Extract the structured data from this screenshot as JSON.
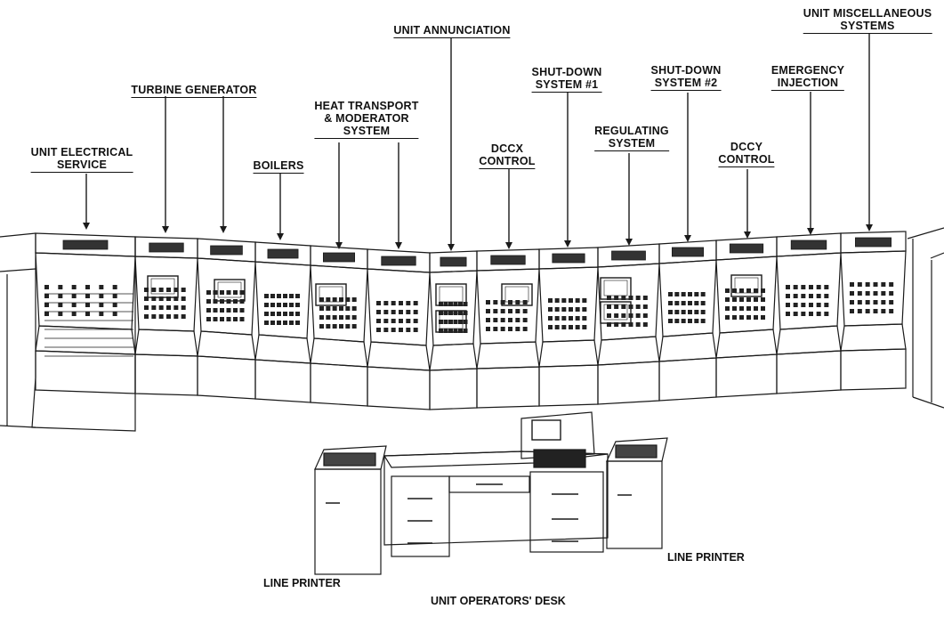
{
  "title": "",
  "panel_labels": [
    {
      "id": "unit-electrical-service",
      "lines": [
        "UNIT ELECTRICAL",
        "SERVICE"
      ]
    },
    {
      "id": "turbine-generator",
      "lines": [
        "TURBINE GENERATOR"
      ]
    },
    {
      "id": "boilers",
      "lines": [
        "BOILERS"
      ]
    },
    {
      "id": "heat-transport-moderator-system",
      "lines": [
        "HEAT TRANSPORT",
        "& MODERATOR",
        "SYSTEM"
      ]
    },
    {
      "id": "unit-annunciation",
      "lines": [
        "UNIT ANNUNCIATION"
      ]
    },
    {
      "id": "dccx-control",
      "lines": [
        "DCCX",
        "CONTROL"
      ]
    },
    {
      "id": "shut-down-system-1",
      "lines": [
        "SHUT-DOWN",
        "SYSTEM #1"
      ]
    },
    {
      "id": "regulating-system",
      "lines": [
        "REGULATING",
        "SYSTEM"
      ]
    },
    {
      "id": "shut-down-system-2",
      "lines": [
        "SHUT-DOWN",
        "SYSTEM #2"
      ]
    },
    {
      "id": "dccy-control",
      "lines": [
        "DCCY",
        "CONTROL"
      ]
    },
    {
      "id": "emergency-injection",
      "lines": [
        "EMERGENCY",
        "INJECTION"
      ]
    },
    {
      "id": "unit-miscellaneous-systems",
      "lines": [
        "UNIT MISCELLANEOUS",
        "SYSTEMS"
      ]
    }
  ],
  "equipment_labels": {
    "line_printer_left": "LINE PRINTER",
    "line_printer_right": "LINE PRINTER",
    "operators_desk": "UNIT OPERATORS' DESK"
  }
}
